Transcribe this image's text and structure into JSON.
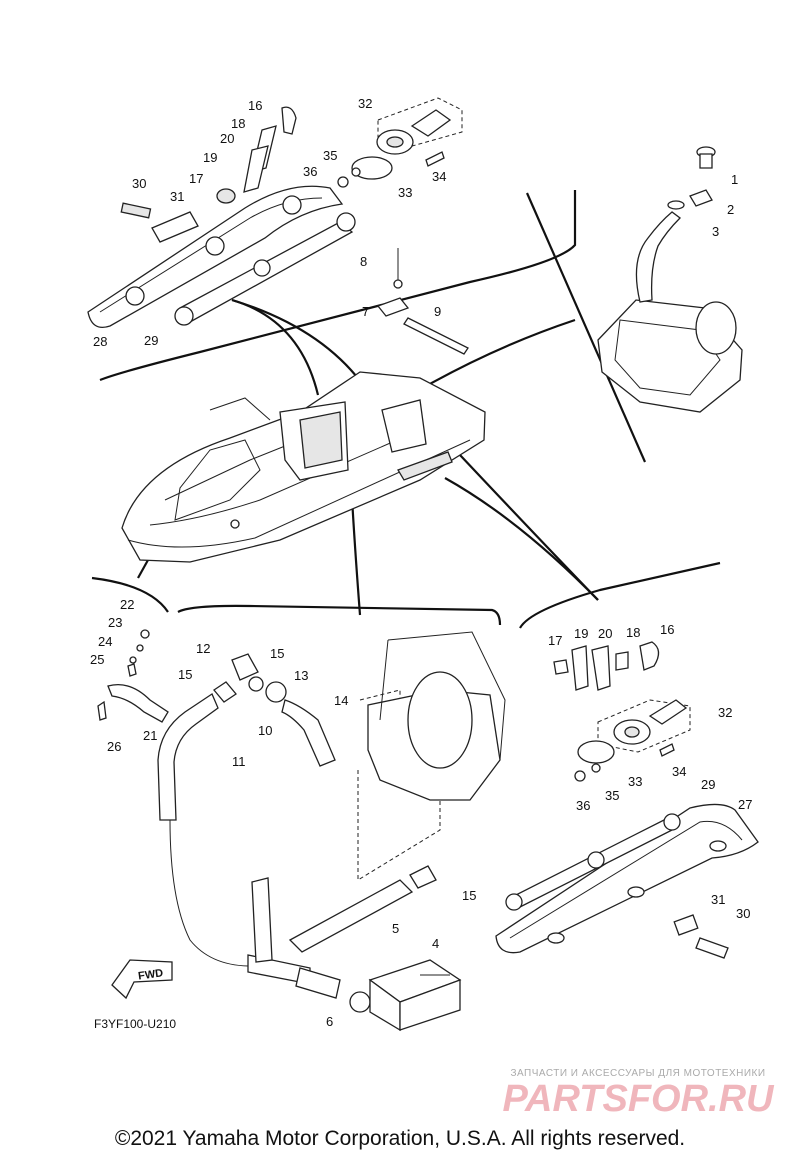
{
  "diagram": {
    "part_code": "F3YF100-U210",
    "forward_label": "FWD",
    "callouts": {
      "c1": "1",
      "c2": "2",
      "c3": "3",
      "c4": "4",
      "c5": "5",
      "c6": "6",
      "c7": "7",
      "c8": "8",
      "c9": "9",
      "c10": "10",
      "c11": "11",
      "c12": "12",
      "c13": "13",
      "c14": "14",
      "c15a": "15",
      "c15b": "15",
      "c16a": "16",
      "c16b": "16",
      "c17a": "17",
      "c17b": "17",
      "c18a": "18",
      "c18b": "18",
      "c19a": "19",
      "c19b": "19",
      "c20a": "20",
      "c20b": "20",
      "c21": "21",
      "c22": "22",
      "c23": "23",
      "c24": "24",
      "c25": "25",
      "c26": "26",
      "c27": "27",
      "c28": "28",
      "c29a": "29",
      "c29b": "29",
      "c30a": "30",
      "c30b": "30",
      "c31a": "31",
      "c31b": "31",
      "c32a": "32",
      "c32b": "32",
      "c33a": "33",
      "c33b": "33",
      "c34a": "34",
      "c34b": "34",
      "c35a": "35",
      "c35b": "35",
      "c36a": "36",
      "c36b": "36",
      "c15c": "15"
    }
  },
  "watermark": {
    "tagline": "ЗАПЧАСТИ И АКСЕССУАРЫ ДЛЯ МОТОТЕХНИКИ",
    "logo": "PARTSFOR.RU"
  },
  "footer": {
    "copyright": "©2021 Yamaha Motor Corporation, U.S.A. All rights reserved."
  }
}
